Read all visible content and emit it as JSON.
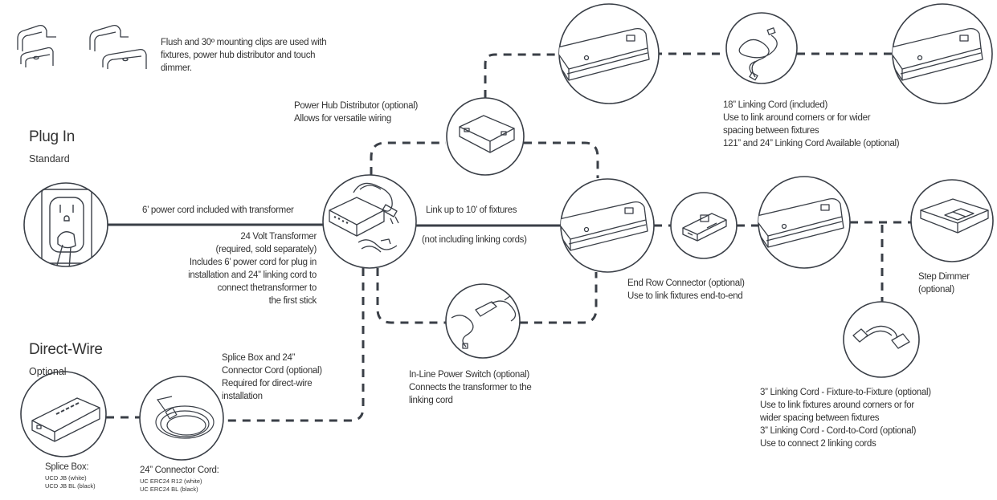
{
  "mounting_clips": {
    "text": "Flush and 30º mounting clips are used with\nfixtures, power hub distributor and touch\ndimmer."
  },
  "plug_in": {
    "title": "Plug In",
    "subtitle": "Standard"
  },
  "direct_wire": {
    "title": "Direct-Wire",
    "subtitle": "Optional"
  },
  "power_cord_label": "6’ power cord included with transformer",
  "transformer": {
    "text": "24 Volt Transformer\n(required, sold separately)\nIncludes 6’ power cord for plug in\ninstallation and 24” linking cord to\nconnect thetransformer to\nthe first stick"
  },
  "power_hub": {
    "text": "Power Hub Distributor (optional)\nAllows for versatile wiring"
  },
  "link_up": {
    "line1": "Link up to 10’ of fixtures",
    "line2": "(not including linking cords)"
  },
  "linking_cord_18": {
    "text": "18” Linking Cord (included)\nUse to link around corners or for wider\nspacing between fixtures\n121” and 24” Linking Cord Available (optional)"
  },
  "end_row_connector": {
    "text": "End Row Connector (optional)\nUse to link fixtures end-to-end"
  },
  "step_dimmer": {
    "text": "Step Dimmer\n(optional)"
  },
  "inline_switch": {
    "text": "In-Line Power Switch (optional)\nConnects the transformer to the\nlinking cord"
  },
  "splice_box_cord": {
    "text": "Splice Box and 24”\nConnector Cord (optional)\nRequired for direct-wire\ninstallation"
  },
  "linking_cord_3": {
    "text": "3” Linking Cord - Fixture-to-Fixture (optional)\nUse to link fixtures around corners or for\nwider spacing between fixtures\n3” Linking Cord - Cord-to-Cord (optional)\nUse to connect 2 linking cords"
  },
  "splice_box": {
    "title": "Splice Box:",
    "sku1": "UCD JB (white)",
    "sku2": "UCD JB BL (black)"
  },
  "connector_cord": {
    "title": "24” Connector Cord:",
    "sku1": "UC ERC24 R12 (white)",
    "sku2": "UC ERC24 BL (black)"
  },
  "colors": {
    "line": "#3a3f47",
    "text": "#333333",
    "background": "#ffffff"
  }
}
